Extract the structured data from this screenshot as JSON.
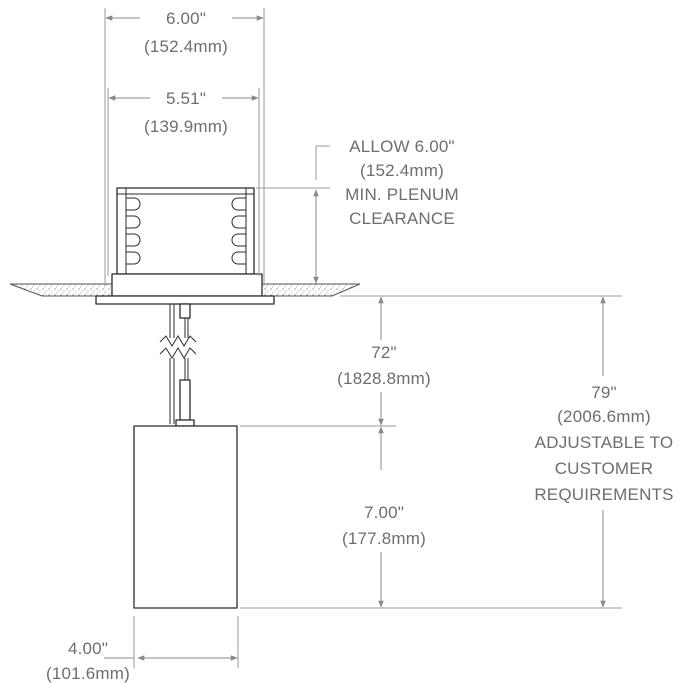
{
  "dimensions": {
    "outer_width": {
      "imperial": "6.00\"",
      "metric": "(152.4mm)"
    },
    "inner_width": {
      "imperial": "5.51\"",
      "metric": "(139.9mm)"
    },
    "plenum": {
      "lines": [
        "ALLOW 6.00\"",
        "(152.4mm)",
        "MIN. PLENUM",
        "CLEARANCE"
      ]
    },
    "suspension": {
      "imperial": "72\"",
      "metric": "(1828.8mm)"
    },
    "total_drop": {
      "lines": [
        "79\"",
        "(2006.6mm)",
        "ADJUSTABLE TO",
        "CUSTOMER",
        "REQUIREMENTS"
      ]
    },
    "pendant_height": {
      "imperial": "7.00\"",
      "metric": "(177.8mm)"
    },
    "pendant_width": {
      "imperial": "4.00\"",
      "metric": "(101.6mm)"
    }
  },
  "colors": {
    "line": "#2b2b2b",
    "dimension": "#8a8a8a",
    "text": "#6e6e6e"
  }
}
